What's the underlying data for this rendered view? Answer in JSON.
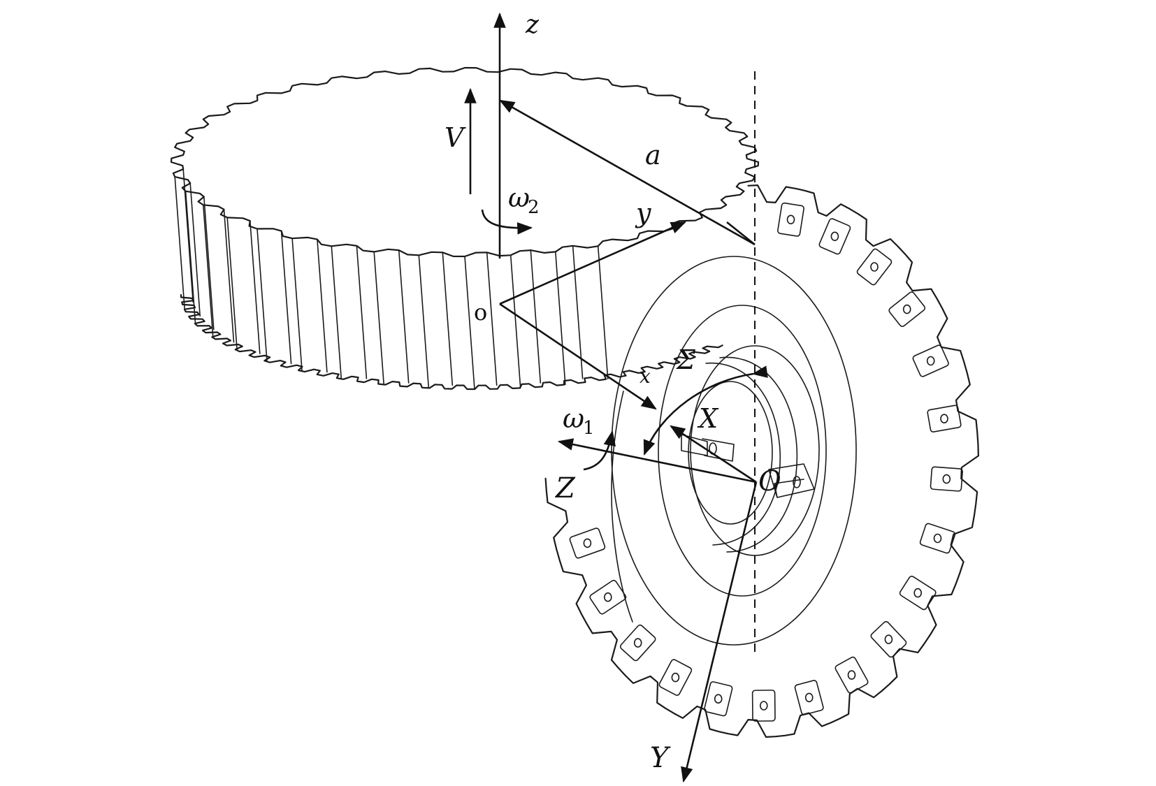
{
  "labels": {
    "z": "z",
    "V": "V",
    "a": "a",
    "omega2": "ω",
    "omega2_sub": "2",
    "y": "y",
    "o": "o",
    "x": "x",
    "sigma": "Σ",
    "X": "X",
    "omega1": "ω",
    "omega1_sub": "1",
    "Z": "Z",
    "O": "O",
    "Y": "Y"
  },
  "colors": {
    "ink": "#111111",
    "background": "#ffffff"
  },
  "gear": {
    "teeth": 40
  },
  "cutter": {
    "blades": 18
  }
}
